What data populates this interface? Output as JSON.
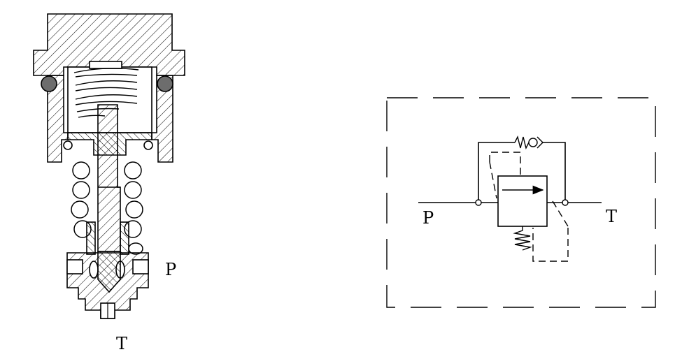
{
  "section_view": {
    "label_p": "P",
    "label_t": "T"
  },
  "schematic": {
    "label_p": "P",
    "label_t": "T"
  },
  "colors": {
    "line": "#000000",
    "seal_fill": "#6d6d6d",
    "background": "#ffffff"
  }
}
